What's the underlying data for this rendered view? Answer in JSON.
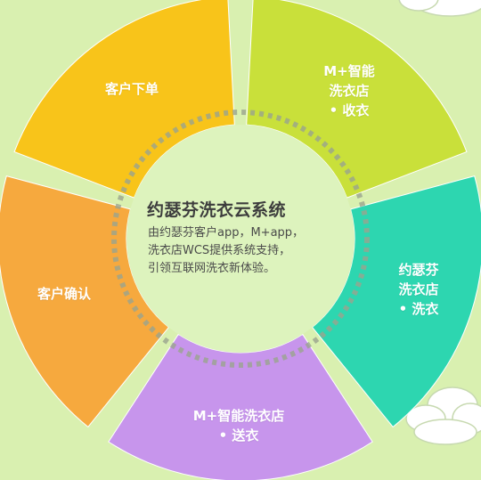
{
  "background_color": "#d9f0b0",
  "center": {
    "title": "约瑟芬洗衣云系统",
    "description": "由约瑟芬客户app，M+app，\n洗衣店WCS提供系统支持，\n引领互联网洗衣新体验。"
  },
  "segments": [
    {
      "id": "customer-order",
      "label": "客户下单",
      "color": "#f8c41a"
    },
    {
      "id": "store-pickup",
      "label": "M+智能\n洗衣店\n• 收衣",
      "color": "#c9e03a"
    },
    {
      "id": "josephine-wash",
      "label": "约瑟芬\n洗衣店\n• 洗衣",
      "color": "#2dd6b0"
    },
    {
      "id": "store-delivery",
      "label": "M+智能洗衣店\n• 送衣",
      "color": "#c795ec"
    },
    {
      "id": "customer-confirm",
      "label": "客户确认",
      "color": "#f6a93e"
    }
  ]
}
